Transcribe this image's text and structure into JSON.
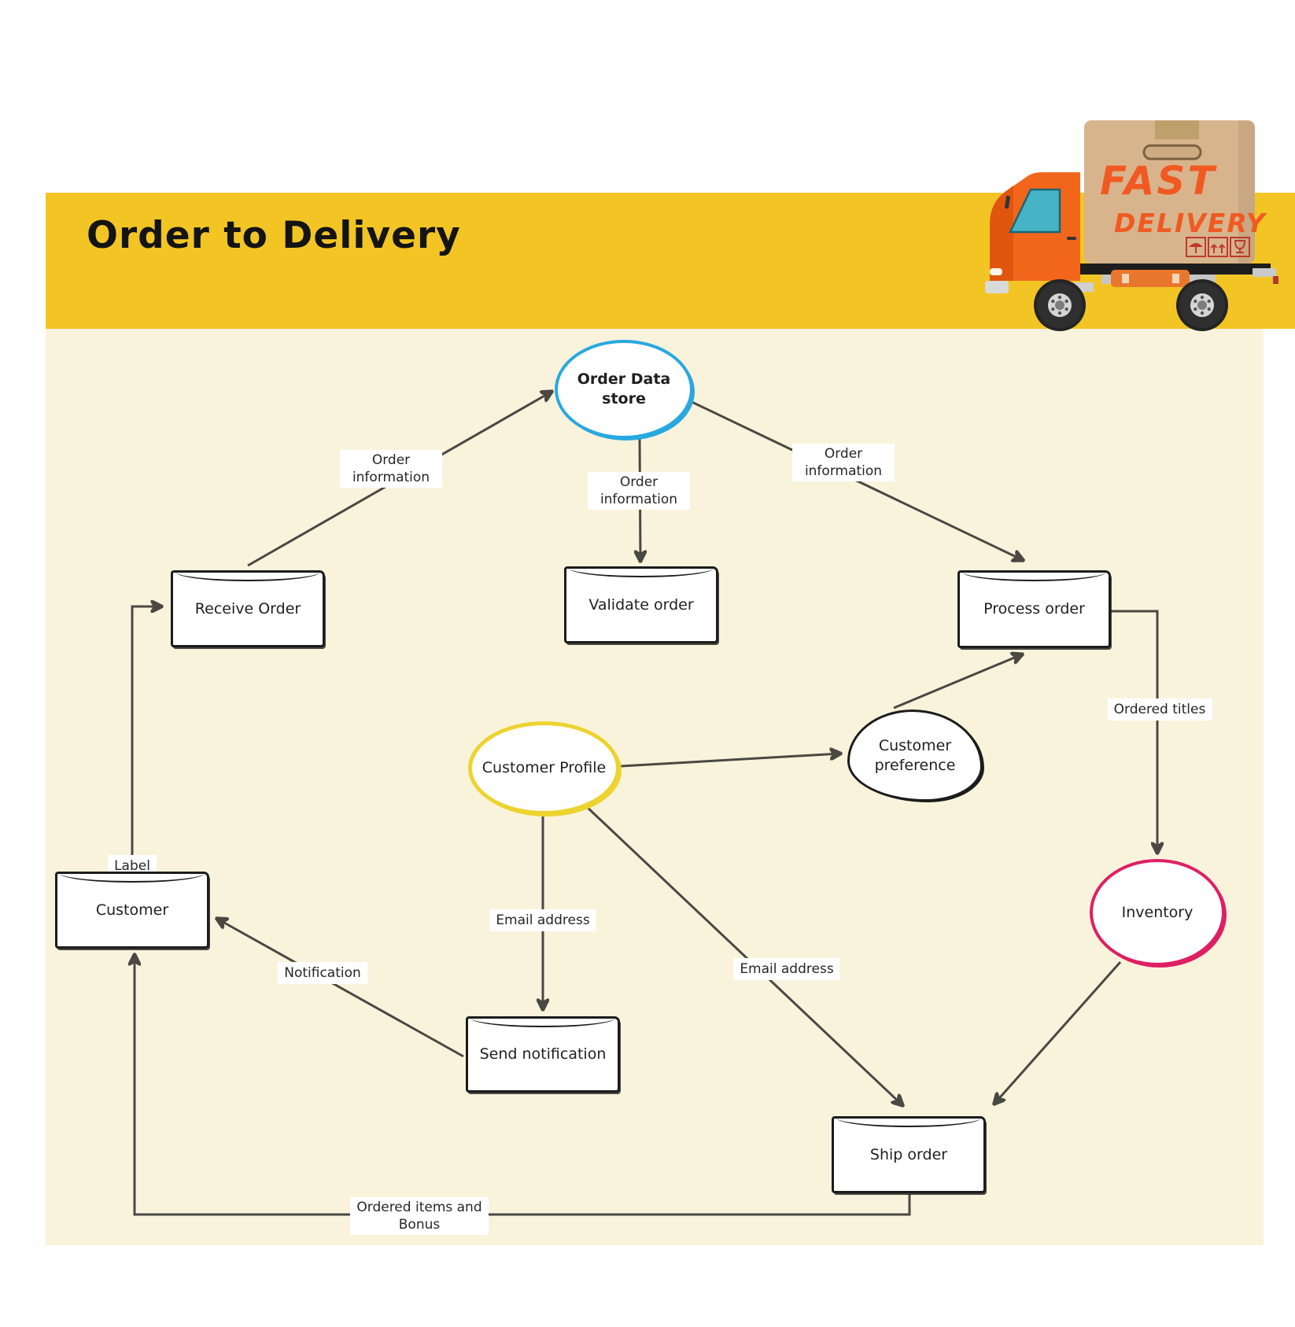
{
  "header": {
    "title": "Order to Delivery"
  },
  "logo": {
    "truck_label_line1": "FAST",
    "truck_label_line2": "DELIVERY",
    "handling_icons": [
      "keep-dry-icon",
      "this-side-up-icon",
      "fragile-icon"
    ]
  },
  "colors": {
    "banner_yellow": "#F2C525",
    "canvas_cream": "#FAF3DC",
    "edge_gray": "#4A4843",
    "node_border_black": "#1C1C1C",
    "order_data_store_blue": "#29A8E0",
    "customer_profile_yellow": "#EDD32F",
    "inventory_pink": "#DF1F63",
    "truck_text_orange": "#F05A22"
  },
  "diagram": {
    "nodes": [
      {
        "id": "order-data-store",
        "label": "Order Data store",
        "shape": "ellipse",
        "accent": "#29A8E0"
      },
      {
        "id": "receive-order",
        "label": "Receive Order",
        "shape": "rect",
        "accent": "#1C1C1C"
      },
      {
        "id": "validate-order",
        "label": "Validate order",
        "shape": "rect",
        "accent": "#1C1C1C"
      },
      {
        "id": "process-order",
        "label": "Process order",
        "shape": "rect",
        "accent": "#1C1C1C"
      },
      {
        "id": "customer-profile",
        "label": "Customer Profile",
        "shape": "ellipse",
        "accent": "#EDD32F"
      },
      {
        "id": "customer-preference",
        "label": "Customer preference",
        "shape": "blob",
        "accent": "#1C1C1C"
      },
      {
        "id": "inventory",
        "label": "Inventory",
        "shape": "ellipse",
        "accent": "#DF1F63"
      },
      {
        "id": "customer",
        "label": "Customer",
        "shape": "rect",
        "accent": "#1C1C1C"
      },
      {
        "id": "send-notification",
        "label": "Send notification",
        "shape": "rect",
        "accent": "#1C1C1C"
      },
      {
        "id": "ship-order",
        "label": "Ship order",
        "shape": "rect",
        "accent": "#1C1C1C"
      }
    ],
    "edges": [
      {
        "from": "receive-order",
        "to": "order-data-store",
        "label": "Order information"
      },
      {
        "from": "order-data-store",
        "to": "validate-order",
        "label": "Order information"
      },
      {
        "from": "order-data-store",
        "to": "process-order",
        "label": "Order information"
      },
      {
        "from": "process-order",
        "to": "inventory",
        "label": "Ordered titles"
      },
      {
        "from": "customer-profile",
        "to": "customer-preference",
        "label": ""
      },
      {
        "from": "customer-preference",
        "to": "process-order",
        "label": ""
      },
      {
        "from": "customer-profile",
        "to": "send-notification",
        "label": "Email address"
      },
      {
        "from": "customer-profile",
        "to": "ship-order",
        "label": "Email address"
      },
      {
        "from": "inventory",
        "to": "ship-order",
        "label": ""
      },
      {
        "from": "send-notification",
        "to": "customer",
        "label": "Notification"
      },
      {
        "from": "ship-order",
        "to": "customer",
        "label": "Ordered items and Bonus"
      },
      {
        "from": "customer",
        "to": "receive-order",
        "label": "Label"
      }
    ]
  }
}
